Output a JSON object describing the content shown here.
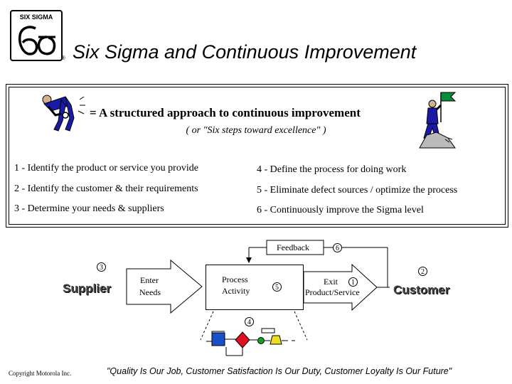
{
  "logo": {
    "text": "SIX SIGMA",
    "reg": "®"
  },
  "title": "Six Sigma and Continuous Improvement",
  "definition": {
    "line1": "= A structured approach to continuous improvement",
    "line2": "( or \"Six steps toward excellence\" )"
  },
  "steps": [
    "1 - Identify the product or service you provide",
    "2 - Identify the customer & their requirements",
    "3 - Determine your needs & suppliers",
    "4 - Define the process for doing work",
    "5 - Eliminate defect sources / optimize the process",
    "6 - Continuously improve the Sigma level"
  ],
  "diagram": {
    "feedback": "Feedback",
    "supplier": "Supplier",
    "customer": "Customer",
    "enter_line1": "Enter",
    "enter_line2": "Needs",
    "process_line1": "Process",
    "process_line2": "Activity",
    "exit_line1": "Exit",
    "exit_line2": "Product/Service",
    "num_1": "1",
    "num_2": "2",
    "num_3": "3",
    "num_4": "4",
    "num_5": "5",
    "num_6": "6"
  },
  "copyright": "Copyright Motorola Inc.",
  "quote": "\"Quality Is Our Job, Customer Satisfaction Is Our Duty, Customer Loyalty Is Our Future\"",
  "colors": {
    "figure_blue": "#1a1aa8",
    "flag_green": "#0a8a3a",
    "diamond_red": "#e01020",
    "box_blue": "#1a50c8",
    "dot_green": "#10a030",
    "trap_yellow": "#e8e020"
  }
}
